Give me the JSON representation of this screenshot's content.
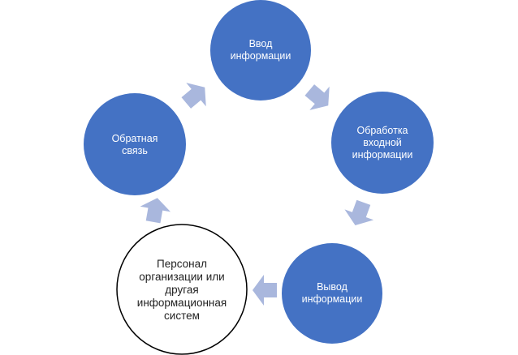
{
  "diagram": {
    "type": "cycle",
    "colors": {
      "node_fill": "#4472C4",
      "arrow_fill": "#A9B7DD",
      "outline_stroke": "#000000",
      "background": "#FFFFFF"
    },
    "nodes": [
      {
        "id": "input",
        "label": "Ввод\nинформации",
        "style": "filled"
      },
      {
        "id": "processing",
        "label": "Обработка\nвходной\nинформации",
        "style": "filled"
      },
      {
        "id": "output",
        "label": "Вывод\nинформации",
        "style": "filled"
      },
      {
        "id": "personnel",
        "label": "Персонал\nорганизации или\nдругая\nинформационная\nсистем",
        "style": "outline"
      },
      {
        "id": "feedback",
        "label": "Обратная\nсвязь",
        "style": "filled"
      }
    ],
    "edges": [
      {
        "from": "input",
        "to": "processing"
      },
      {
        "from": "processing",
        "to": "output"
      },
      {
        "from": "output",
        "to": "personnel"
      },
      {
        "from": "personnel",
        "to": "feedback"
      },
      {
        "from": "feedback",
        "to": "input"
      }
    ]
  }
}
